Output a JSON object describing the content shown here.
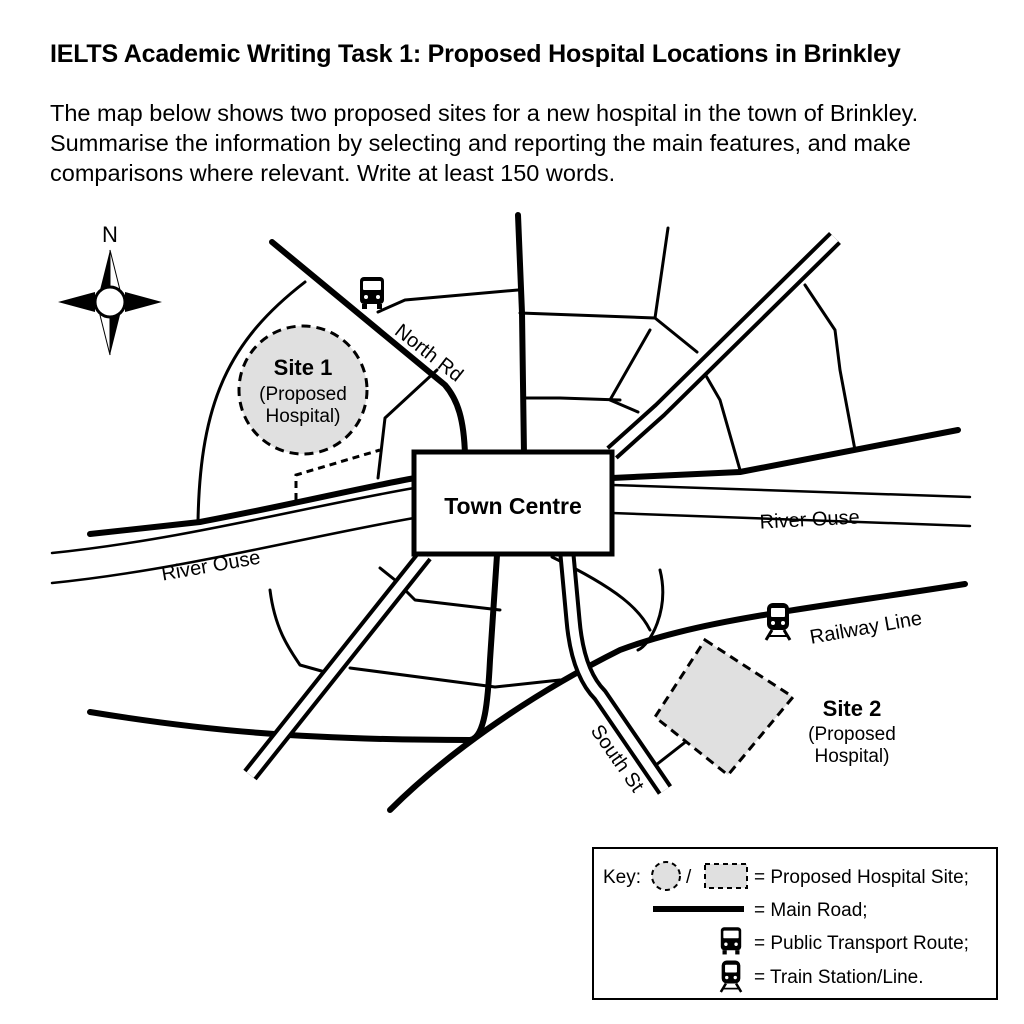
{
  "title": "IELTS Academic Writing Task 1: Proposed Hospital Locations in Brinkley",
  "prompt": "The map below shows two proposed sites for a new hospital in the town of Brinkley. Summarise the information by selecting and reporting the main features, and make comparisons where relevant. Write at least 150 words.",
  "compass": {
    "north_label": "N"
  },
  "labels": {
    "site1_title": "Site 1",
    "site1_sub1": "(Proposed",
    "site1_sub2": "Hospital)",
    "site2_title": "Site 2",
    "site2_sub1": "(Proposed",
    "site2_sub2": "Hospital)",
    "town_centre": "Town Centre",
    "river_west": "River Ouse",
    "river_east": "River Ouse",
    "north_rd": "North Rd",
    "south_st": "South St",
    "railway_line": "Railway Line"
  },
  "icons": {
    "bus": "bus-icon",
    "train": "train-icon",
    "compass": "compass-rose-icon"
  },
  "key": {
    "prefix": "Key:",
    "slash": "/",
    "site": "= Proposed Hospital Site;",
    "main_road": "= Main Road;",
    "transport": "= Public Transport Route;",
    "train": "= Train Station/Line."
  },
  "colors": {
    "ink": "#000000",
    "site_fill": "#e0e0e0",
    "background": "#ffffff"
  }
}
